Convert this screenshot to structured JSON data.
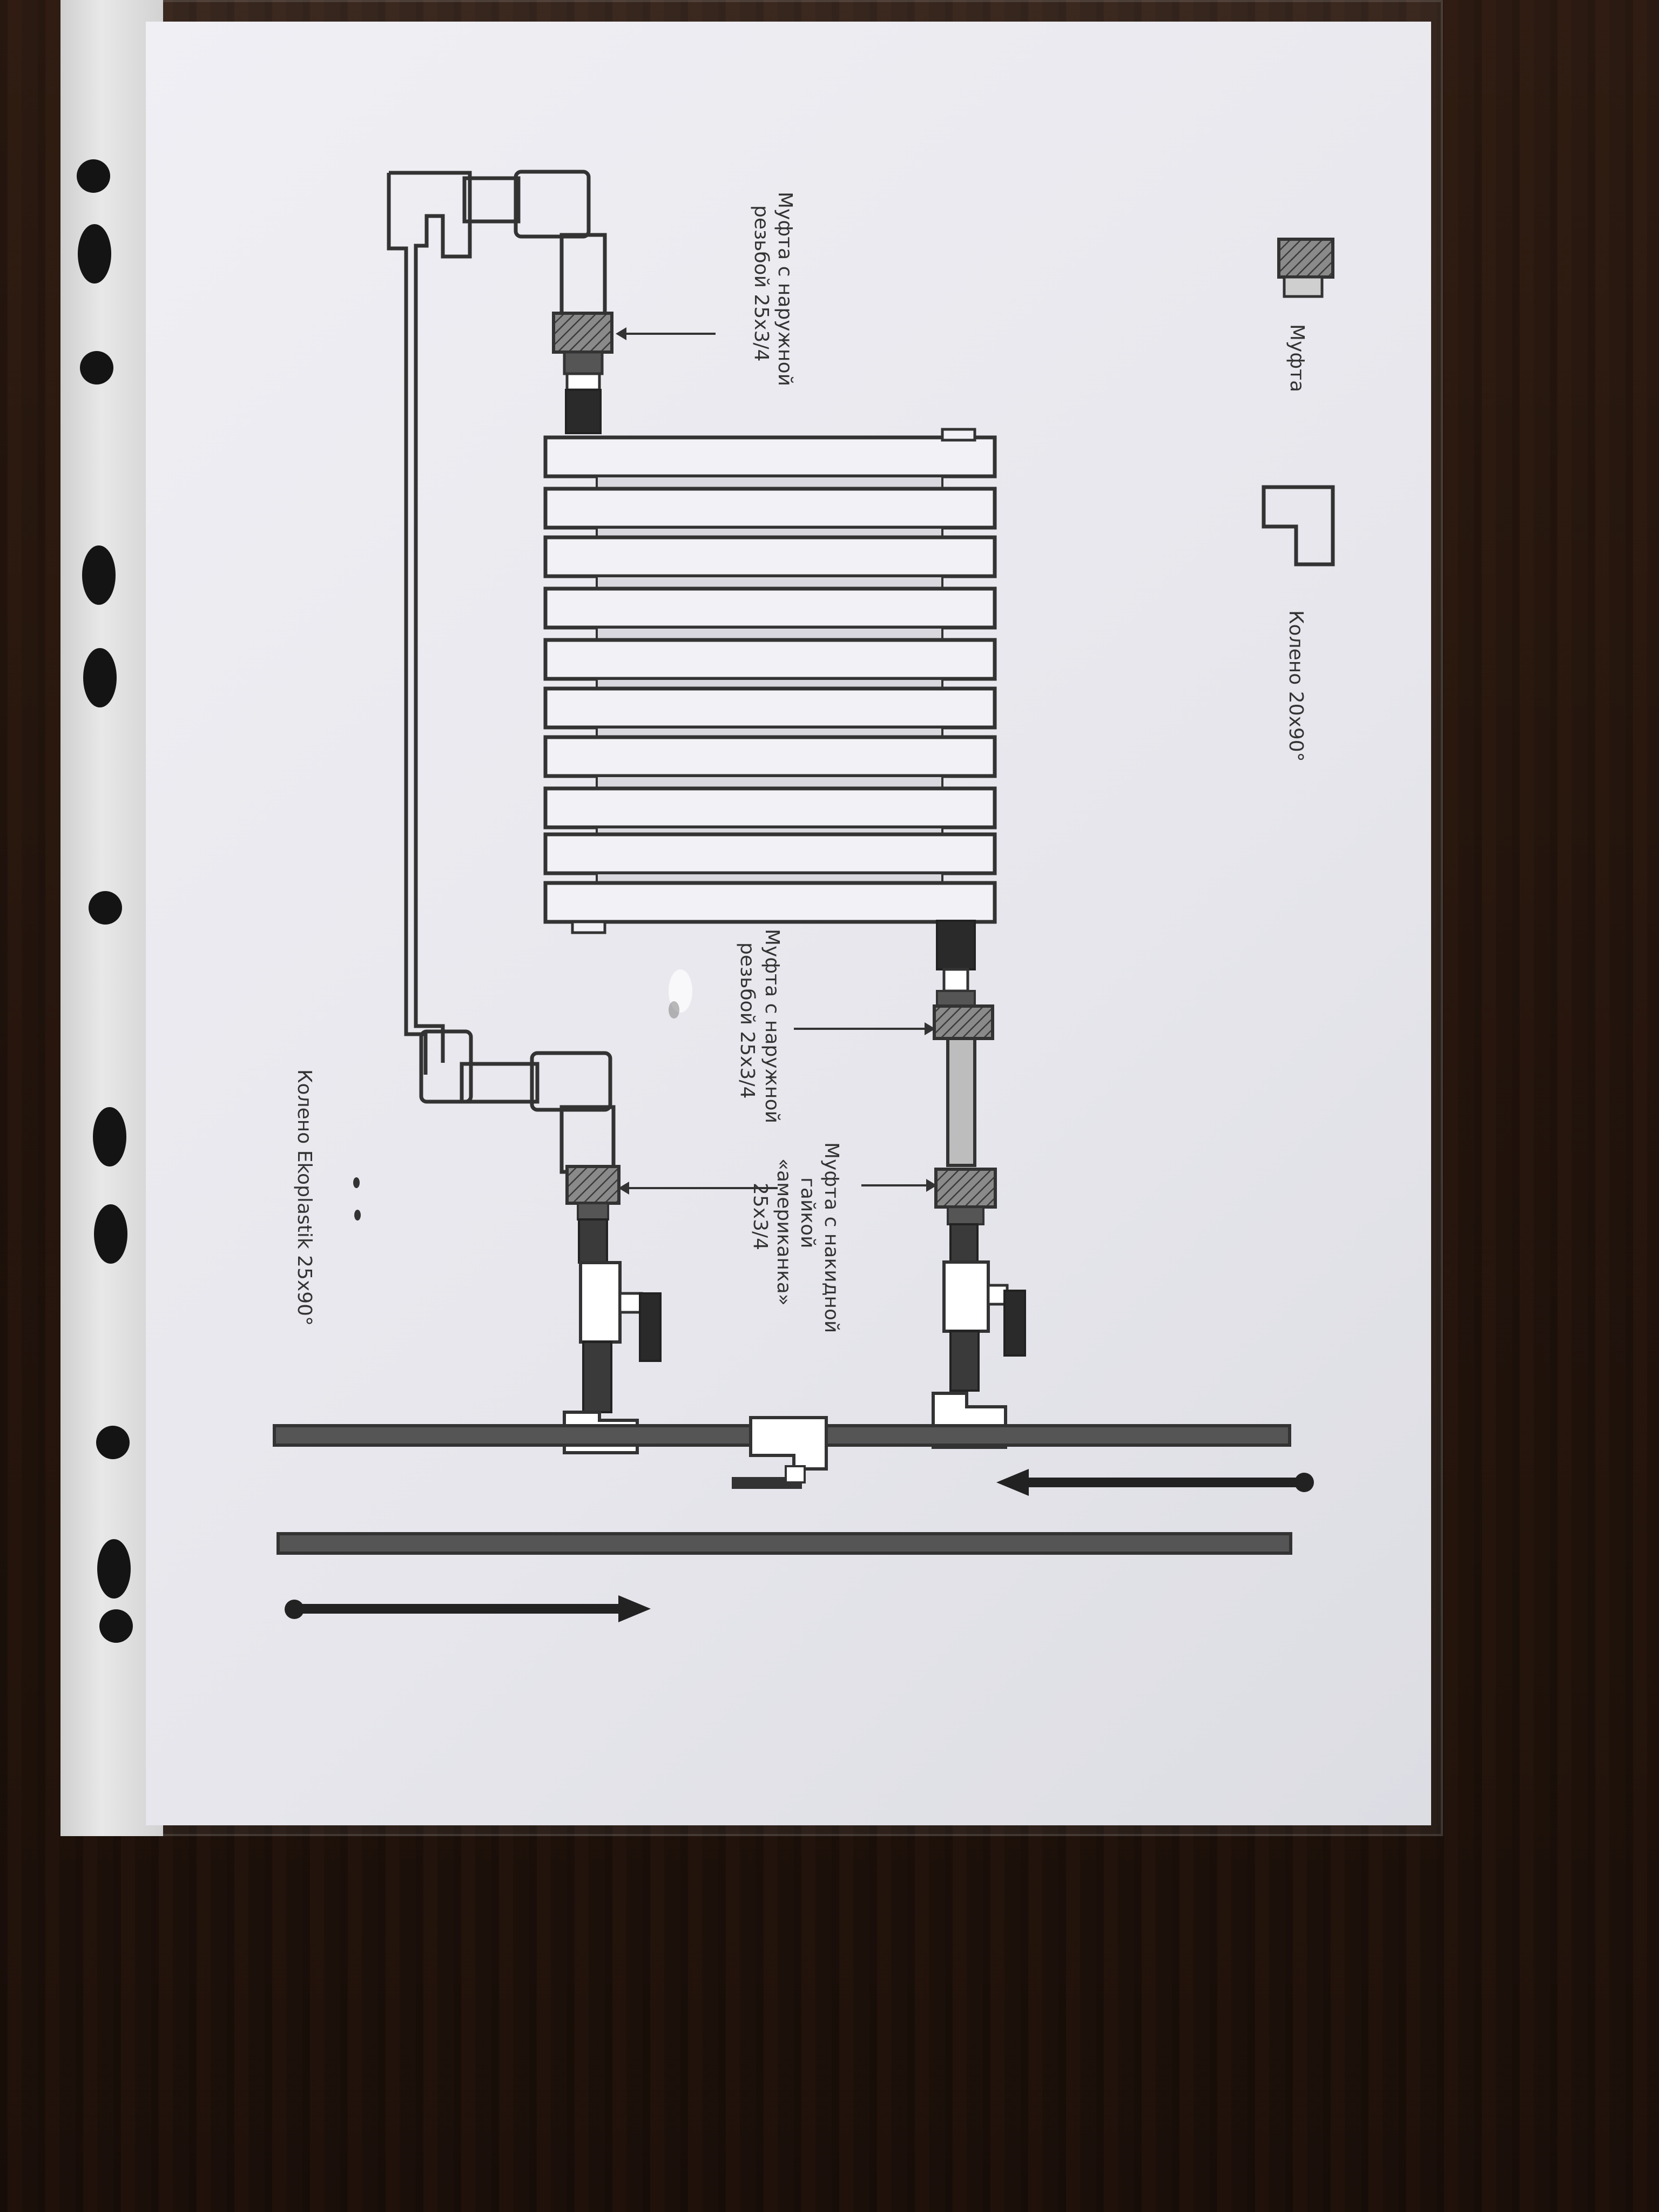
{
  "legend": {
    "coupling": "Муфта",
    "elbow": "Колено 20x90°"
  },
  "labels": {
    "top_left_coupling": [
      "Муфта с наружной",
      "резьбой 25x3/4"
    ],
    "lower_coupling": [
      "Муфта с наружной",
      "резьбой 25x3/4"
    ],
    "union_coupling": [
      "Муфта с накидной",
      "гайкой",
      "«американка»",
      "25x3/4"
    ],
    "ekoplastik_elbow": [
      "Колено Ekoplastik 25x90°"
    ]
  },
  "colors": {
    "paper": "#e9e9ee",
    "line": "#333333",
    "pipe_dark": "#444444",
    "wood": "#2a1a12"
  },
  "icons": {
    "coupling": "hatched-coupling-icon",
    "elbow": "elbow-icon"
  }
}
